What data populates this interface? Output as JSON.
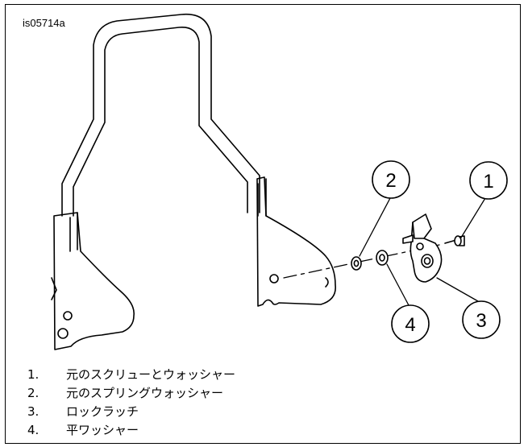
{
  "figure": {
    "id": "is05714a"
  },
  "callouts": [
    {
      "number": "1"
    },
    {
      "number": "2"
    },
    {
      "number": "3"
    },
    {
      "number": "4"
    }
  ],
  "legend": [
    {
      "number": "1.",
      "label": "元のスクリューとウォッシャー"
    },
    {
      "number": "2.",
      "label": "元のスプリングウォッシャー"
    },
    {
      "number": "3.",
      "label": "ロックラッチ"
    },
    {
      "number": "4.",
      "label": "平ワッシャー"
    }
  ],
  "colors": {
    "line": "#000000",
    "background": "#ffffff"
  }
}
